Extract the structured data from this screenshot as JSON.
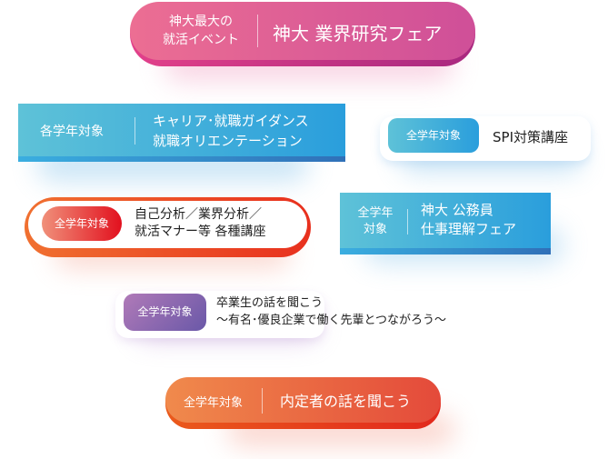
{
  "events": [
    {
      "label_line1": "神大最大の",
      "label_line2": "就活イベント",
      "title": "神大 業界研究フェア"
    },
    {
      "label": "各学年対象",
      "title_line1": "キャリア･就職ガイダンス",
      "title_line2": "就職オリエンテーション"
    },
    {
      "label": "全学年対象",
      "title": "SPI対策講座"
    },
    {
      "label": "全学年対象",
      "title_line1": "自己分析／業界分析／",
      "title_line2": "就活マナー等 各種講座"
    },
    {
      "label_line1": "全学年",
      "label_line2": "対象",
      "title_line1": "神大  公務員",
      "title_line2": "仕事理解フェア"
    },
    {
      "label": "全学年対象",
      "title_line1": "卒業生の話を聞こう",
      "title_line2": "～有名･優良企業で働く先輩とつながろう～"
    },
    {
      "label": "全学年対象",
      "title": "内定者の話を聞こう"
    }
  ],
  "colors": {
    "pink": "#e0588a",
    "blue": "#3aa6d8",
    "red": "#e8401e",
    "purple": "#8a5fa8",
    "orange": "#ea6a3c"
  }
}
